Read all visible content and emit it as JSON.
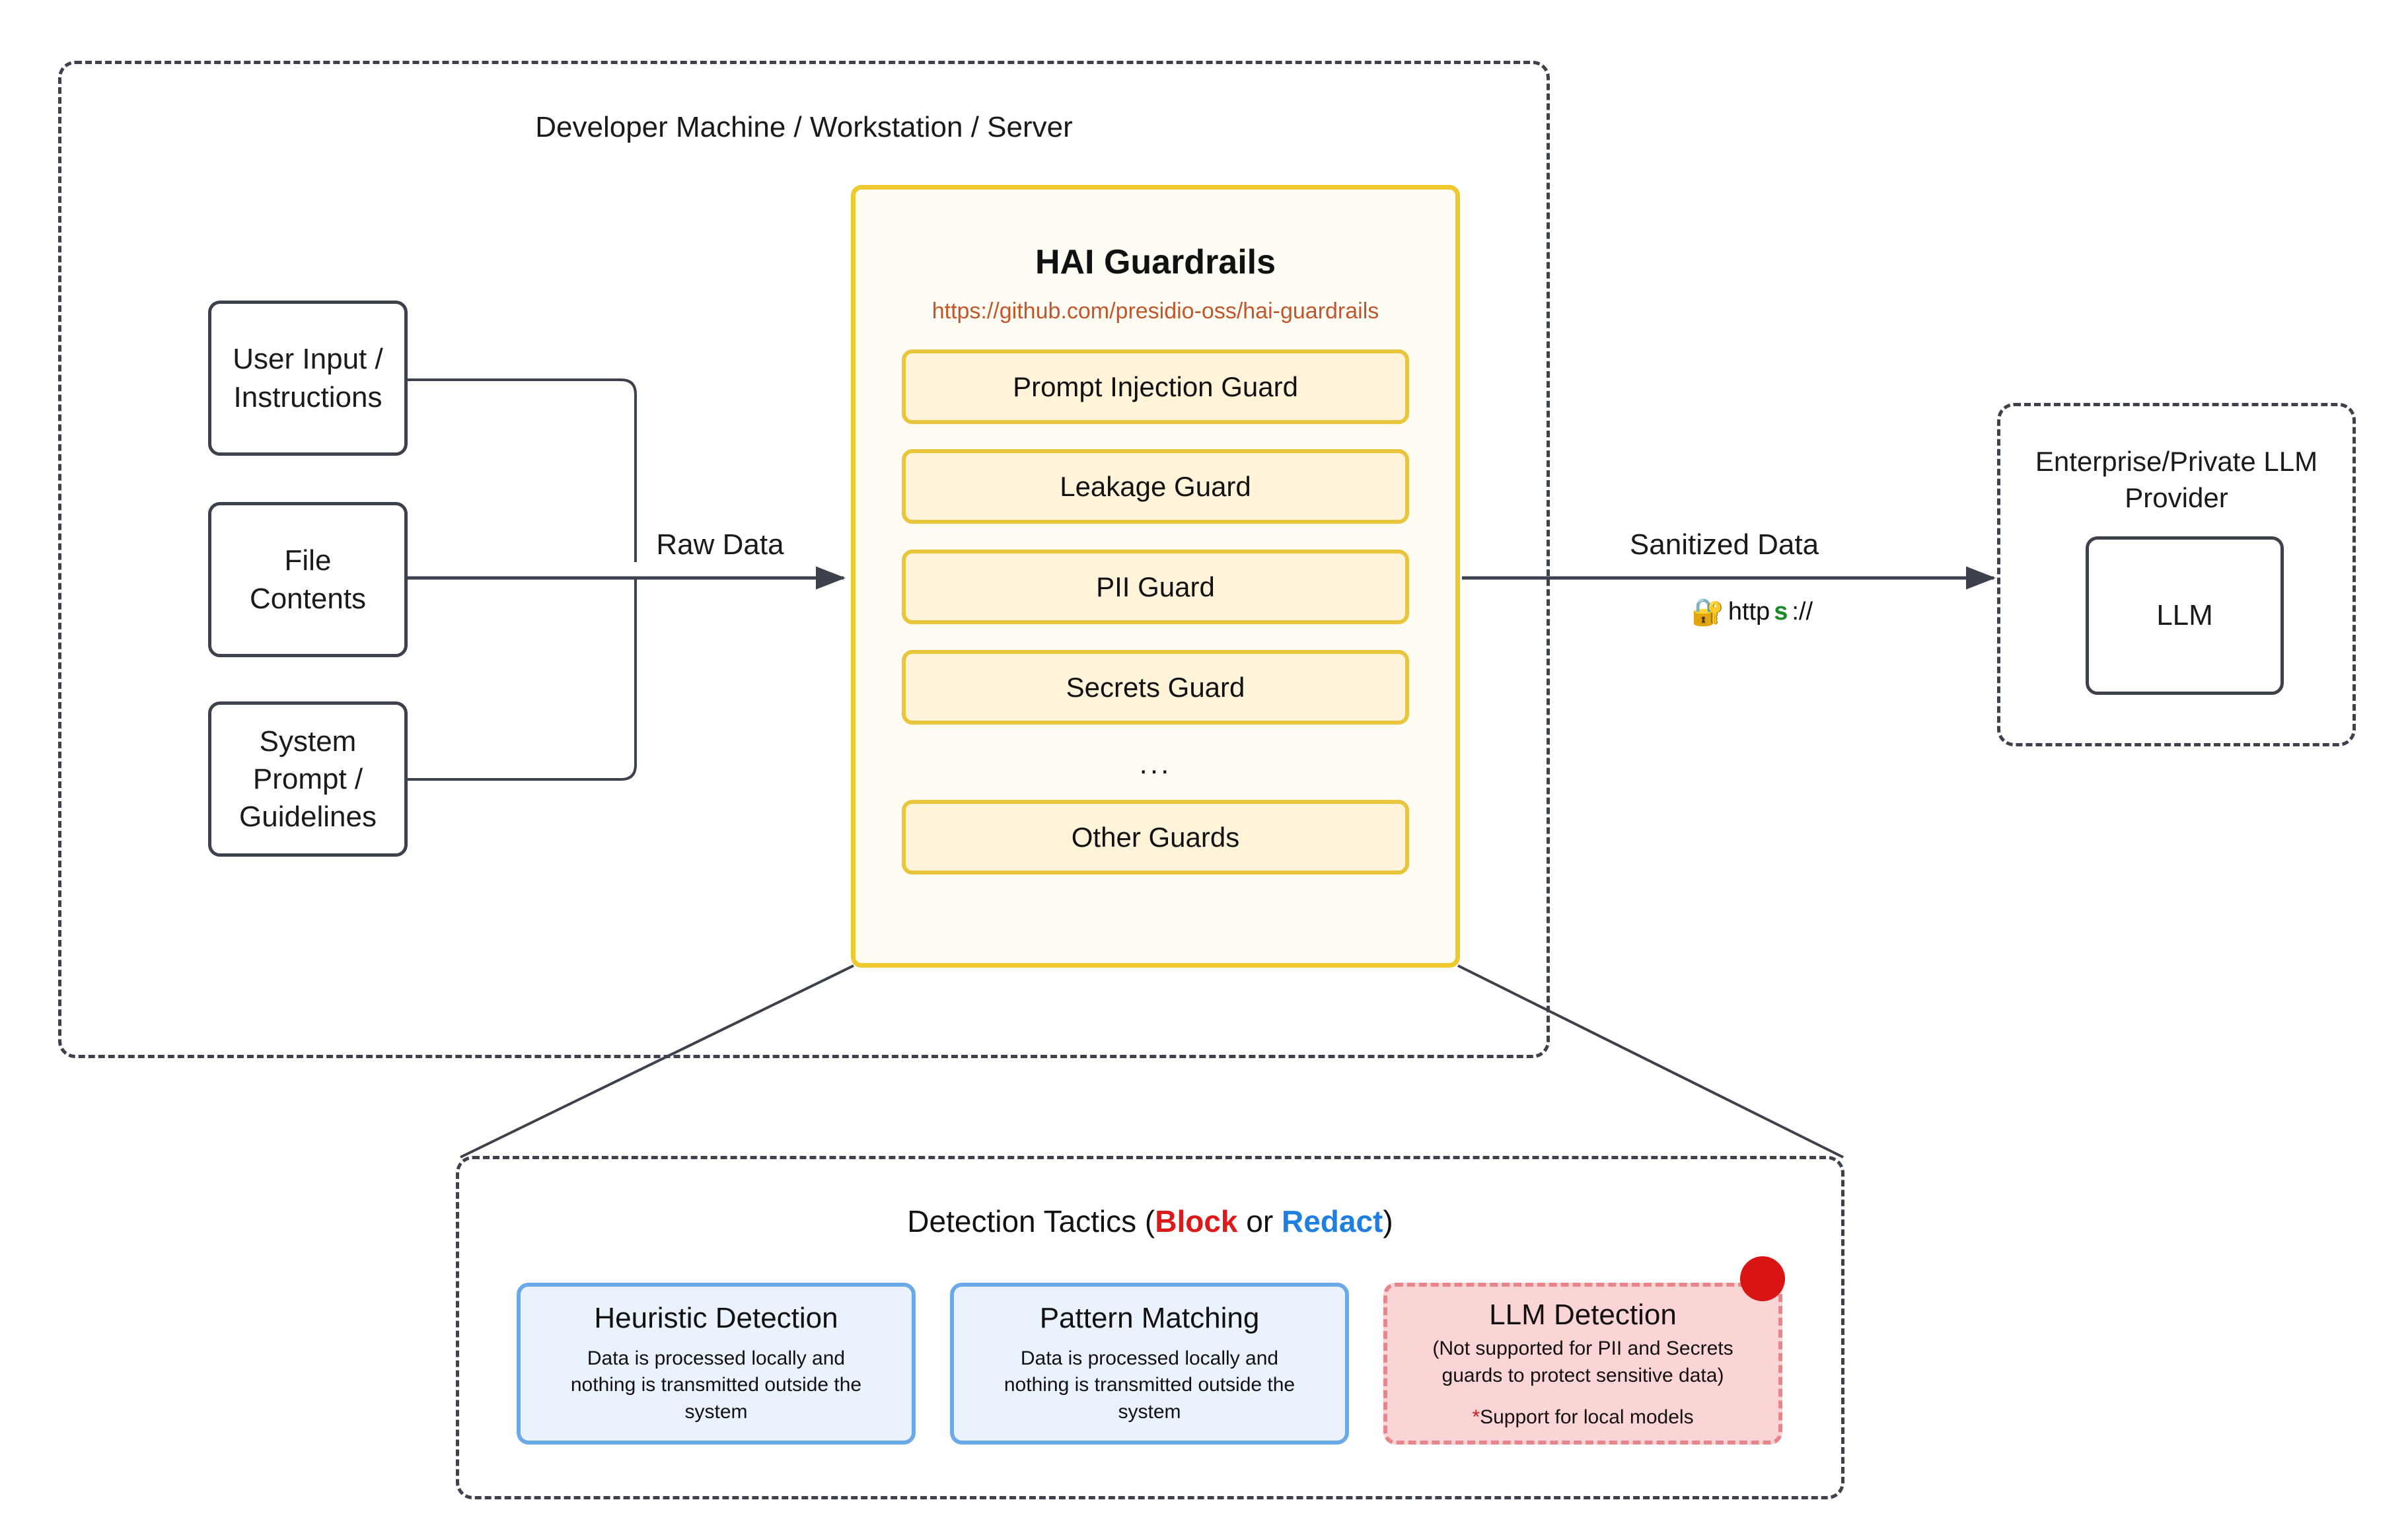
{
  "diagram": {
    "workstation_zone": {
      "title": "Developer Machine / Workstation / Server"
    },
    "inputs": [
      {
        "id": "user-input",
        "label": "User Input /\nInstructions"
      },
      {
        "id": "file-contents",
        "label": "File\nContents"
      },
      {
        "id": "system-prompt",
        "label": "System\nPrompt /\nGuidelines"
      }
    ],
    "guardrails": {
      "title": "HAI Guardrails",
      "url": "https://github.com/presidio-oss/hai-guardrails",
      "guards": [
        {
          "id": "prompt-injection-guard",
          "label": "Prompt Injection Guard"
        },
        {
          "id": "leakage-guard",
          "label": "Leakage Guard"
        },
        {
          "id": "pii-guard",
          "label": "PII Guard"
        },
        {
          "id": "secrets-guard",
          "label": "Secrets Guard"
        }
      ],
      "ellipsis": "...",
      "other_guards": {
        "id": "other-guards",
        "label": "Other Guards"
      },
      "border_color": "#efc92e",
      "guard_fill_color": "#fff3da",
      "url_color": "#c0562a"
    },
    "edges": {
      "raw_data_label": "Raw Data",
      "sanitized_data_label": "Sanitized Data",
      "https": {
        "icon": "lock-with-key-icon",
        "glyph": "🔐",
        "prefix": "http",
        "secure_char": "s",
        "suffix": "://",
        "secure_color": "#1c8a26"
      }
    },
    "llm_provider_zone": {
      "title": "Enterprise/Private LLM\nProvider",
      "llm_box_label": "LLM"
    },
    "detection_tactics": {
      "heading_prefix": "Detection Tactics (",
      "block_word": "Block",
      "heading_middle": " or ",
      "redact_word": "Redact",
      "heading_suffix": ")",
      "block_color": "#dd1a1a",
      "redact_color": "#1f7fe0",
      "cards": [
        {
          "id": "heuristic-detection",
          "title": "Heuristic Detection",
          "desc": "Data is processed locally and\nnothing is transmitted outside the\nsystem",
          "style": "blue"
        },
        {
          "id": "pattern-matching",
          "title": "Pattern Matching",
          "desc": "Data is processed locally and\nnothing is transmitted outside the\nsystem",
          "style": "blue"
        },
        {
          "id": "llm-detection",
          "title": "LLM Detection",
          "desc": "(Not supported for PII and Secrets\nguards to protect sensitive data)",
          "note_asterisk": "*",
          "note": "Support for local models",
          "style": "red",
          "badge_color": "#d81414"
        }
      ]
    }
  }
}
